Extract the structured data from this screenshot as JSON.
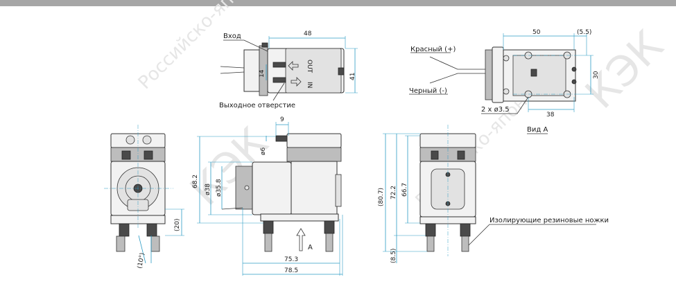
{
  "labels": {
    "inlet": "Вход",
    "outlet": "Выходное отверстие",
    "red_wire": "Красный (+)",
    "black_wire": "Черный (-)",
    "holes": "2 x ø3.5",
    "view_a": "Вид А",
    "feet": "Изолирующие резиновые ножки",
    "arrow_a": "A",
    "out_marker": "OUT",
    "in_marker": "IN"
  },
  "dimensions": {
    "top_width": "48",
    "top_height": "41",
    "port_gap": "14",
    "rear_width": "50",
    "rear_offset": "(5.5)",
    "rear_height": "30",
    "hole_spacing": "38",
    "port_length": "9",
    "port_dia": "ø6",
    "total_height": "68.2",
    "motor_dia": "ø38",
    "motor_dia_inner": "ø35.8",
    "base_length": "75.3",
    "total_length": "78.5",
    "foot_height": "(20)",
    "foot_angle": "(10°)",
    "h_overall": "(80.7)",
    "h_body": "72.2",
    "h_mid": "66.7",
    "h_foot": "(8.5)"
  },
  "watermarks": [
    "Российско-японская",
    "КЭК",
    "Российско-японская",
    "КЭК"
  ],
  "colors": {
    "dimension": "#2b9bc4",
    "watermark": "#e6e6e6"
  }
}
